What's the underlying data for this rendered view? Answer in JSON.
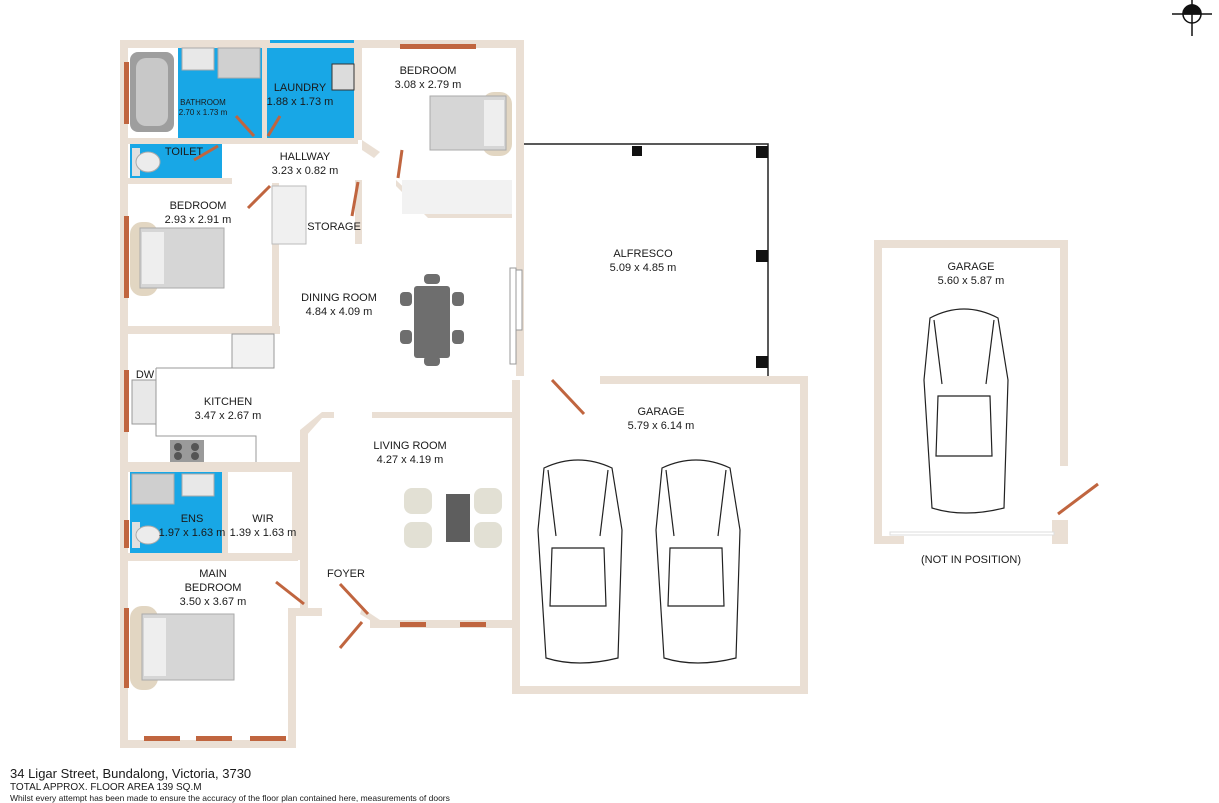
{
  "rooms": {
    "bathroom": {
      "name": "BATHROOM",
      "dims": "2.70 x 1.73 m"
    },
    "laundry": {
      "name": "LAUNDRY",
      "dims": "1.88 x 1.73 m"
    },
    "bedroom_top": {
      "name": "BEDROOM",
      "dims": "3.08 x 2.79 m"
    },
    "toilet": {
      "name": "TOILET"
    },
    "hallway": {
      "name": "HALLWAY",
      "dims": "3.23 x 0.82 m"
    },
    "bedroom_left": {
      "name": "BEDROOM",
      "dims": "2.93 x 2.91 m"
    },
    "storage": {
      "name": "STORAGE"
    },
    "dining": {
      "name": "DINING ROOM",
      "dims": "4.84 x 4.09 m"
    },
    "alfresco": {
      "name": "ALFRESCO",
      "dims": "5.09 x 4.85 m"
    },
    "garage_detached": {
      "name": "GARAGE",
      "dims": "5.60 x 5.87 m"
    },
    "dw": {
      "name": "DW"
    },
    "kitchen": {
      "name": "KITCHEN",
      "dims": "3.47 x 2.67 m"
    },
    "garage_main": {
      "name": "GARAGE",
      "dims": "5.79 x 6.14 m"
    },
    "living": {
      "name": "LIVING ROOM",
      "dims": "4.27 x 4.19 m"
    },
    "ens": {
      "name": "ENS",
      "dims": "1.97 x 1.63 m"
    },
    "wir": {
      "name": "WIR",
      "dims": "1.39 x 1.63 m"
    },
    "main_bedroom": {
      "name": "MAIN",
      "name2": "BEDROOM",
      "dims": "3.50 x 3.67 m"
    },
    "foyer": {
      "name": "FOYER"
    }
  },
  "not_in_position": "(NOT IN POSITION)",
  "footer": {
    "address": "34 Ligar Street, Bundalong, Victoria, 3730",
    "area": "TOTAL APPROX. FLOOR AREA 139 SQ.M",
    "disclaimer": "Whilst every attempt has been made to ensure the accuracy of the floor plan contained here, measurements of doors"
  },
  "colors": {
    "wall": "#eadfd4",
    "wet_area": "#18a7e6",
    "window": "#c0653f",
    "furniture": "#bdbdbd",
    "table": "#6e6e6e"
  },
  "icons": [
    "compass-icon",
    "bed-icon",
    "car-icon",
    "table-icon",
    "sofa-icon",
    "bath-icon",
    "toilet-icon",
    "stove-icon"
  ]
}
